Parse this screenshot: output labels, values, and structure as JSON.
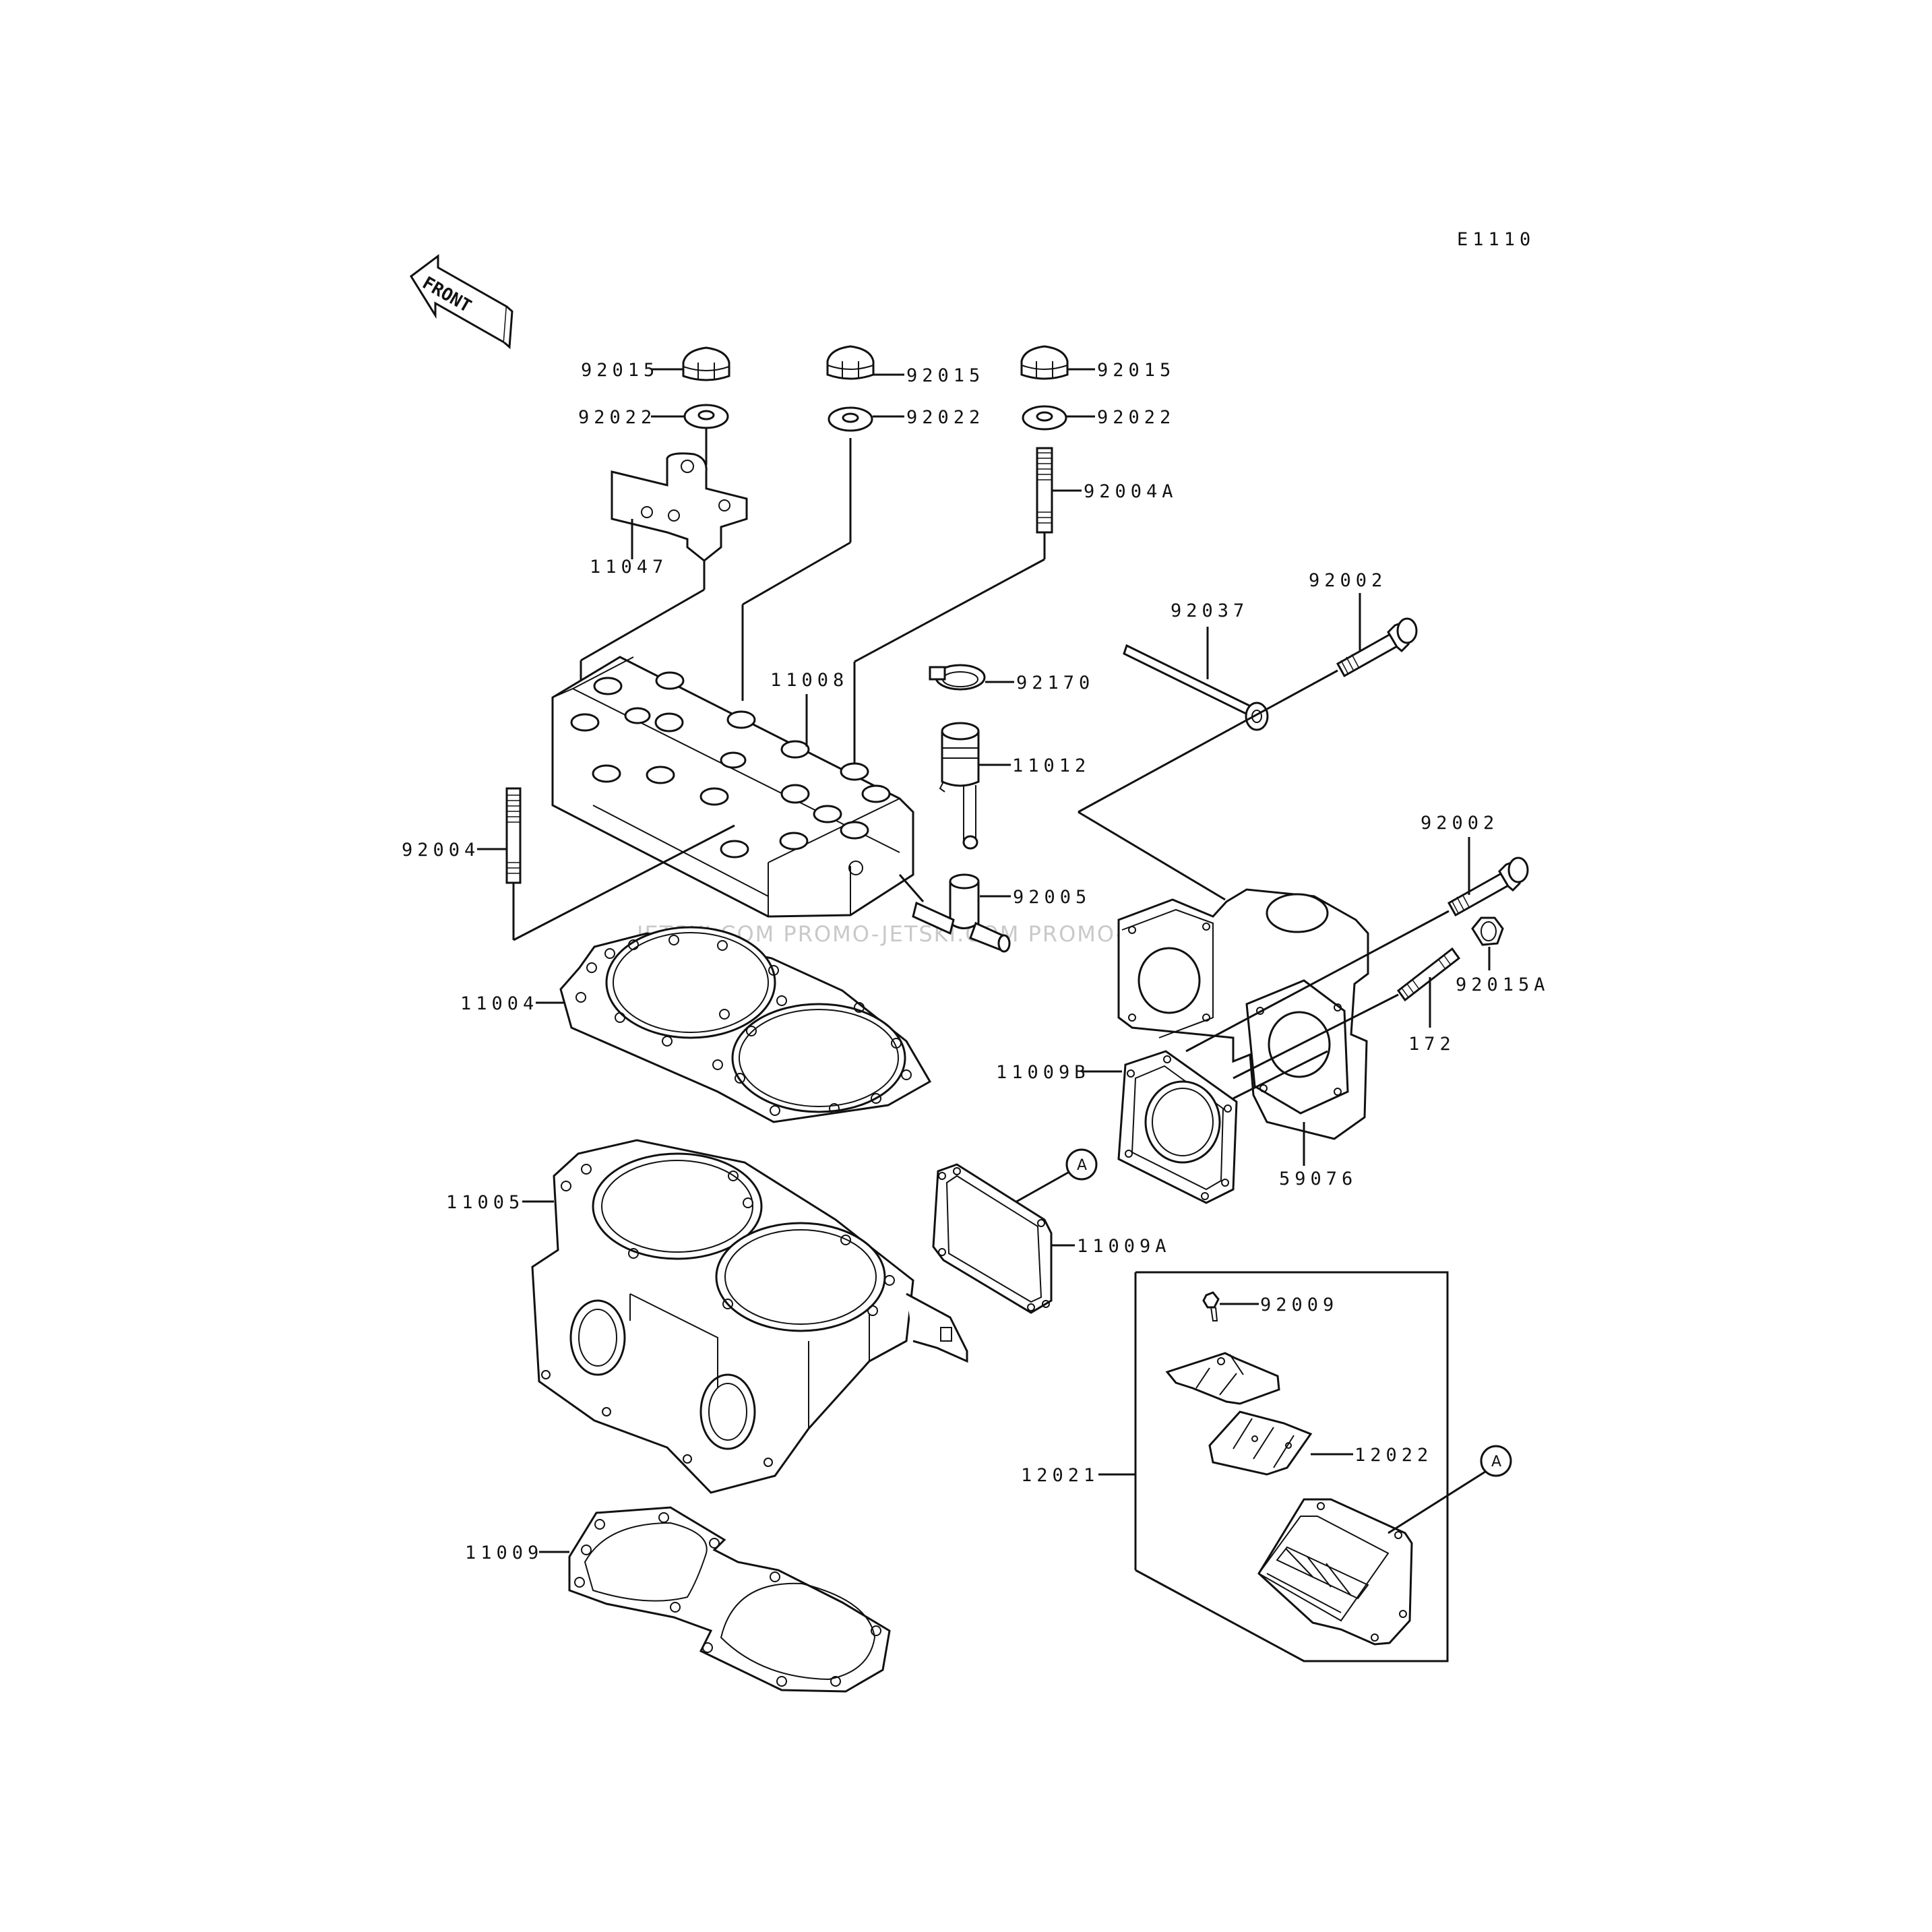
{
  "diagram_code": "E1110",
  "front_label": "FRONT",
  "watermark": "JETSKI.COM PROMO-JETSKI.COM PROMO-JETSKI.COM",
  "callout_letter": "A",
  "labels": {
    "nut_left": "92015",
    "nut_mid": "92015",
    "nut_right": "92015",
    "washer_left": "92022",
    "washer_mid": "92022",
    "washer_right": "92022",
    "stud_top": "92004A",
    "bracket": "11047",
    "head": "11008",
    "clamp": "92170",
    "thermostat": "11012",
    "fitting": "92005",
    "stud_side": "92004",
    "head_gasket": "11004",
    "rod": "92037",
    "bolt_top": "92002",
    "bolt_mid": "92002",
    "nut_manifold": "92015A",
    "stud_manifold": "172",
    "gasket_b": "11009B",
    "manifold": "59076",
    "cylinder": "11005",
    "gasket_a": "11009A",
    "base_gasket": "11009",
    "screw": "92009",
    "reed_stopper": "12022",
    "reed_valve": "12021"
  }
}
